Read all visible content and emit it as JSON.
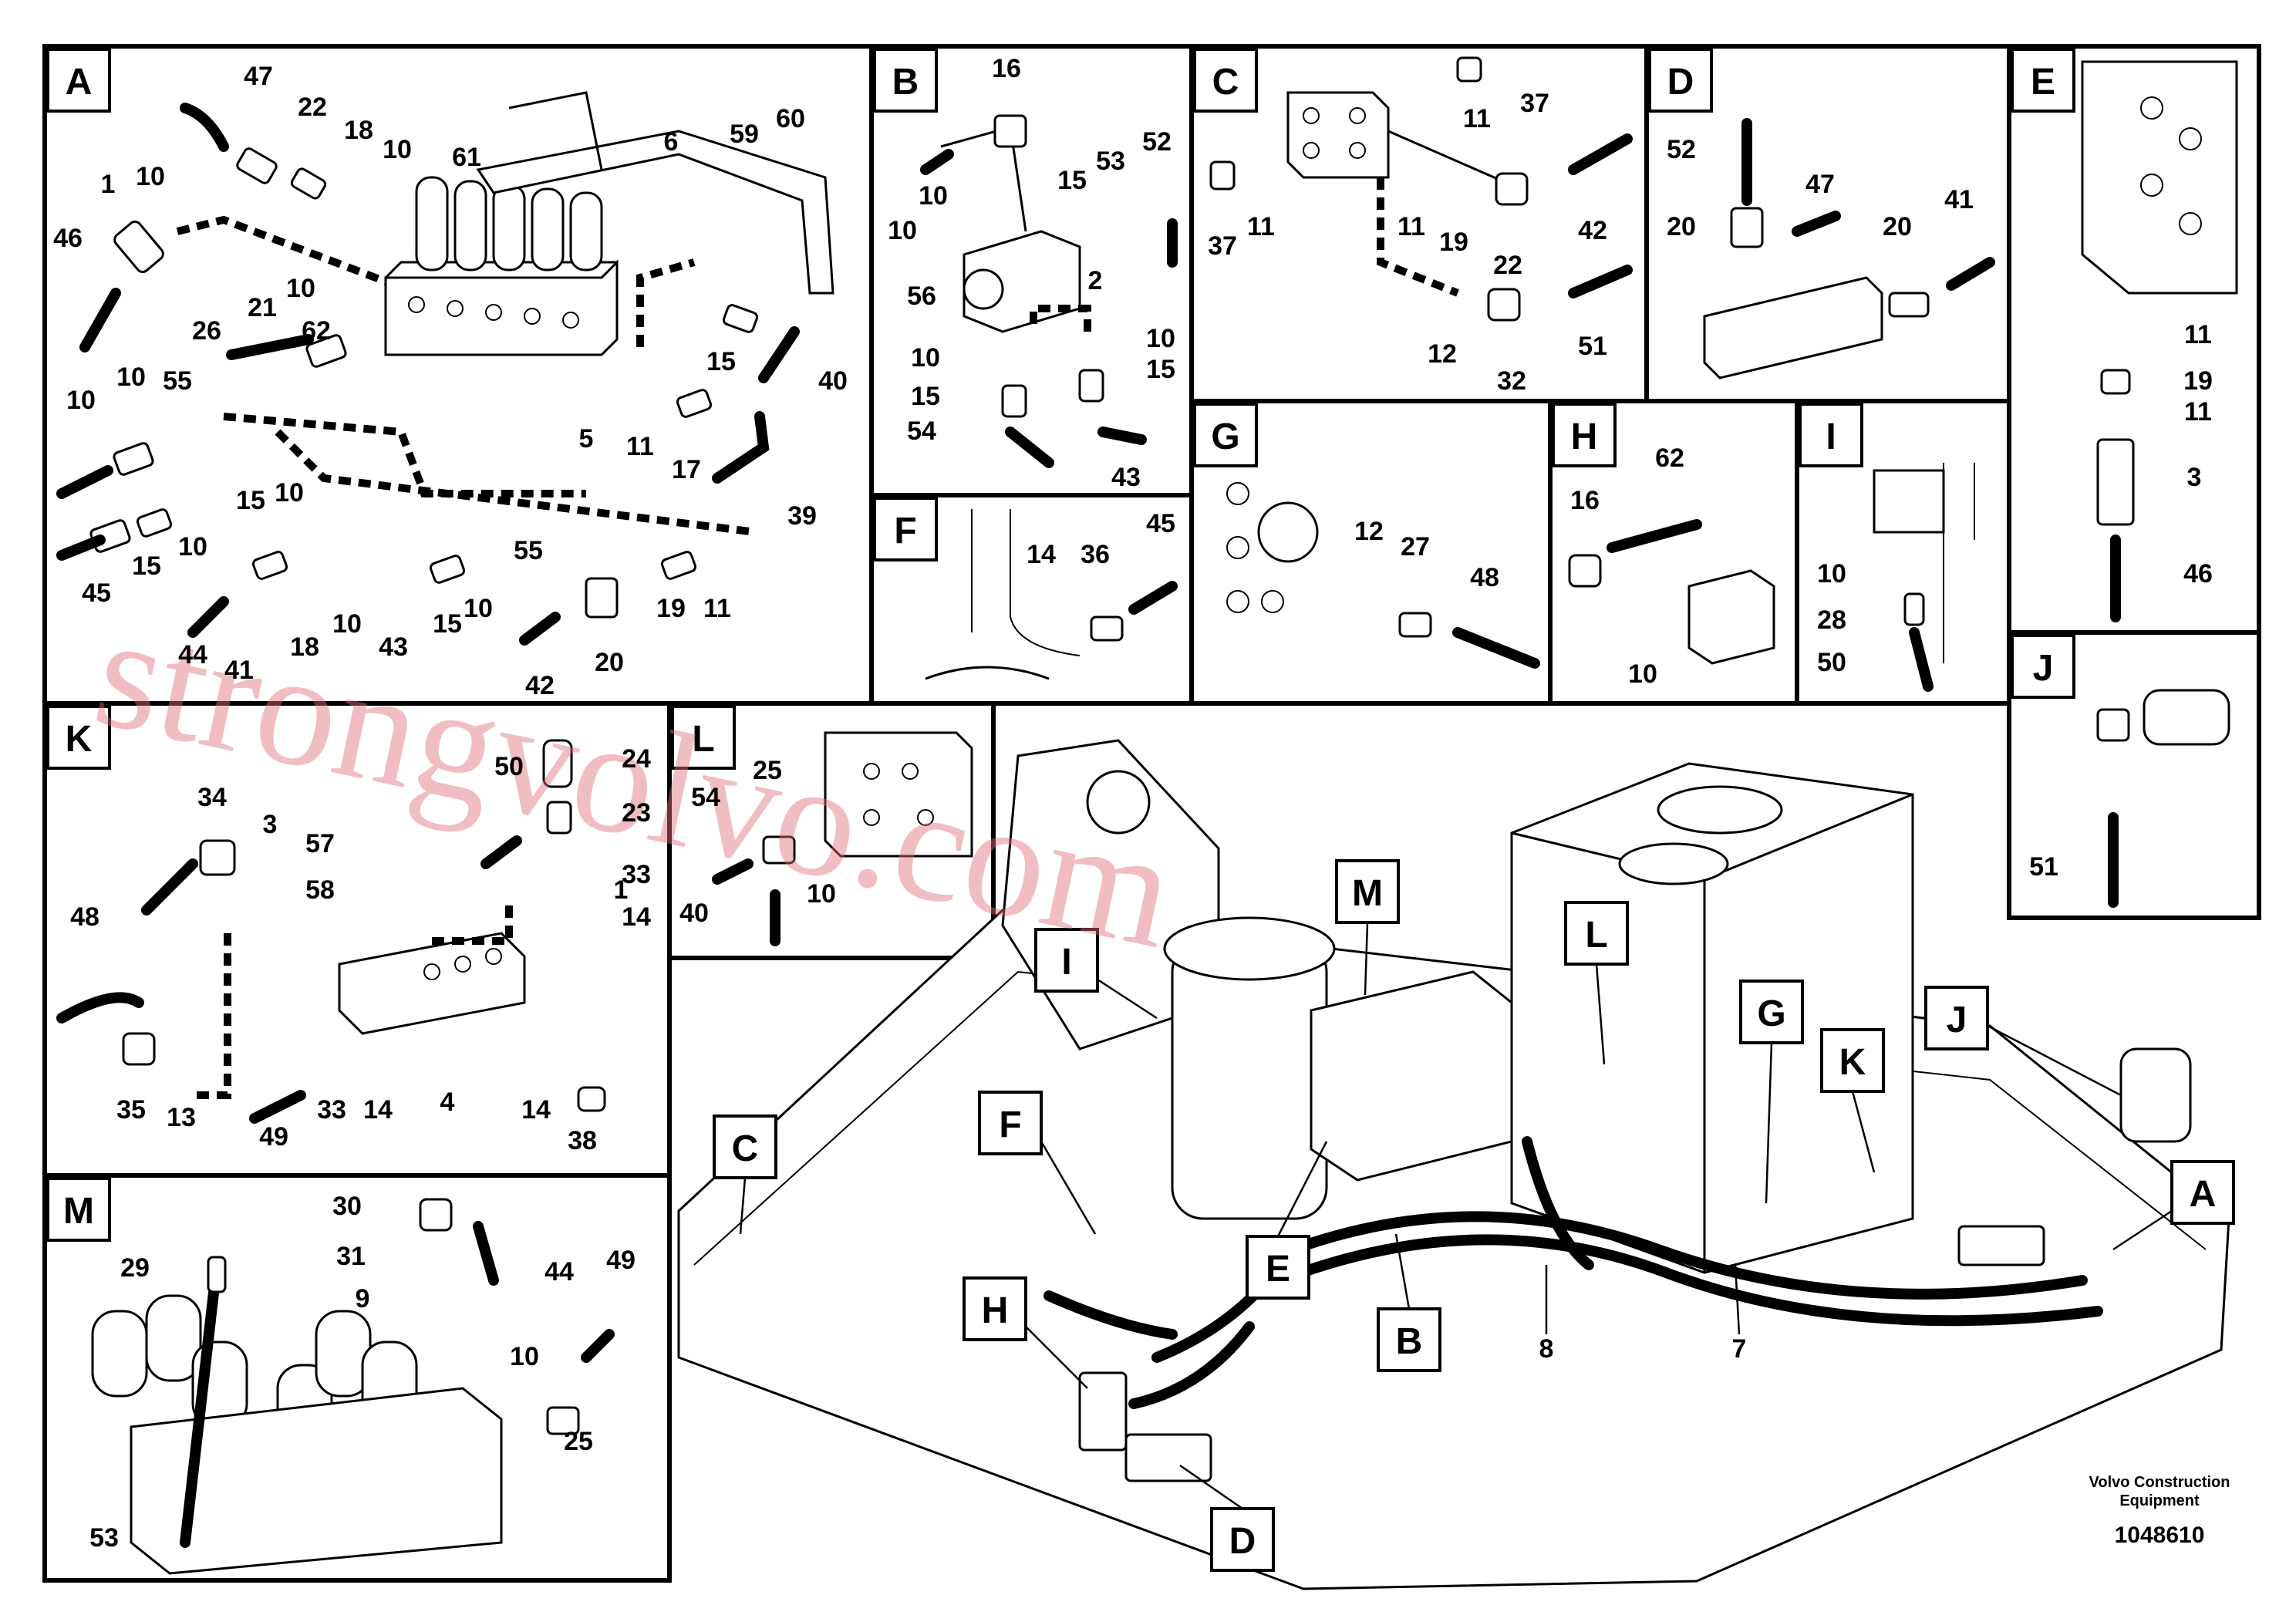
{
  "sections": {
    "A": {
      "letter": "A",
      "callouts": [
        "47",
        "22",
        "18",
        "10",
        "61",
        "6",
        "59",
        "60",
        "1",
        "10",
        "46",
        "21",
        "10",
        "62",
        "26",
        "10",
        "55",
        "10",
        "40",
        "15",
        "5",
        "11",
        "17",
        "39",
        "15",
        "10",
        "10",
        "45",
        "15",
        "44",
        "41",
        "18",
        "10",
        "43",
        "15",
        "10",
        "55",
        "19",
        "11",
        "20",
        "42"
      ]
    },
    "B": {
      "letter": "B",
      "callouts": [
        "16",
        "52",
        "10",
        "15",
        "53",
        "10",
        "56",
        "2",
        "10",
        "10",
        "15",
        "15",
        "54",
        "43"
      ]
    },
    "C": {
      "letter": "C",
      "callouts": [
        "37",
        "11",
        "37",
        "11",
        "11",
        "19",
        "22",
        "42",
        "12",
        "32",
        "51"
      ]
    },
    "D": {
      "letter": "D",
      "callouts": [
        "52",
        "47",
        "20",
        "41",
        "20"
      ]
    },
    "E": {
      "letter": "E",
      "callouts": [
        "11",
        "19",
        "11",
        "3",
        "46"
      ]
    },
    "F": {
      "letter": "F",
      "callouts": [
        "14",
        "36",
        "45"
      ]
    },
    "G": {
      "letter": "G",
      "callouts": [
        "12",
        "27",
        "48"
      ]
    },
    "H": {
      "letter": "H",
      "callouts": [
        "16",
        "62",
        "10"
      ]
    },
    "I": {
      "letter": "I",
      "callouts": [
        "10",
        "28",
        "50"
      ]
    },
    "J": {
      "letter": "J",
      "callouts": [
        "51"
      ]
    },
    "K": {
      "letter": "K",
      "callouts": [
        "34",
        "3",
        "50",
        "24",
        "57",
        "23",
        "48",
        "58",
        "1",
        "33",
        "14",
        "35",
        "13",
        "49",
        "33",
        "14",
        "4",
        "14",
        "38"
      ]
    },
    "L": {
      "letter": "L",
      "callouts": [
        "54",
        "25",
        "40",
        "10"
      ]
    },
    "M": {
      "letter": "M",
      "callouts": [
        "30",
        "29",
        "31",
        "44",
        "9",
        "49",
        "10",
        "25",
        "53"
      ]
    }
  },
  "main_view": {
    "labels": [
      "M",
      "L",
      "I",
      "G",
      "K",
      "J",
      "F",
      "C",
      "E",
      "B",
      "A",
      "H",
      "D"
    ],
    "numbers": [
      "8",
      "7"
    ]
  },
  "watermark": "strongvolvo.com",
  "footer": {
    "brand_line1": "Volvo Construction",
    "brand_line2": "Equipment",
    "doc_number": "1048610"
  },
  "colors": {
    "line": "#000000",
    "watermark": "#e0707a",
    "background": "#ffffff"
  }
}
